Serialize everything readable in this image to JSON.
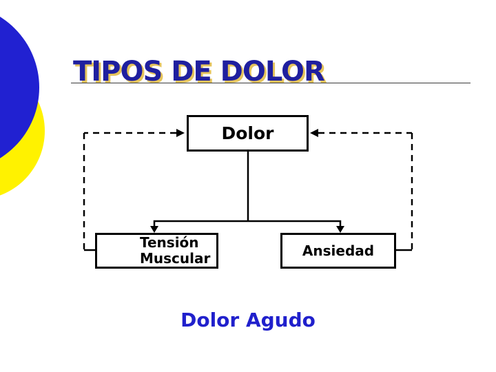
{
  "slide": {
    "title": "TIPOS DE DOLOR",
    "caption": "Dolor Agudo"
  },
  "diagram": {
    "nodes": [
      {
        "id": "dolor",
        "label": "Dolor"
      },
      {
        "id": "tension-muscular",
        "label": "Tensión\nMuscular"
      },
      {
        "id": "ansiedad",
        "label": "Ansiedad"
      }
    ],
    "edges": [
      {
        "from": "dolor",
        "to": "tension-muscular",
        "style": "solid-arrow"
      },
      {
        "from": "dolor",
        "to": "ansiedad",
        "style": "solid-arrow"
      },
      {
        "from": "tension-muscular",
        "to": "dolor",
        "style": "dashed-arrow"
      },
      {
        "from": "ansiedad",
        "to": "dolor",
        "style": "dashed-arrow"
      }
    ]
  },
  "colors": {
    "circle_blue": "#2121D1",
    "circle_yellow": "#FFF200",
    "title_text": "#1F1F9F",
    "title_shadow": "#E5C45C",
    "caption_text": "#2020CC",
    "diagram_line": "#000000",
    "background": "#FFFFFF"
  }
}
